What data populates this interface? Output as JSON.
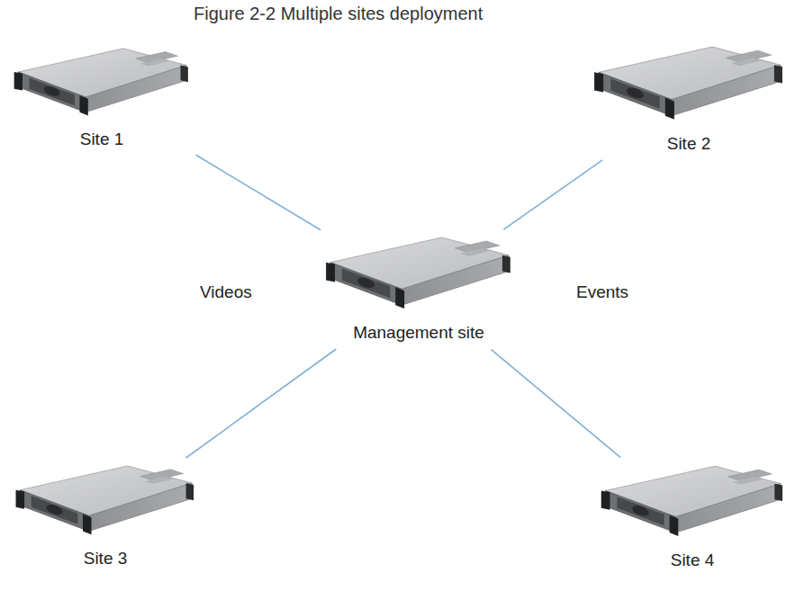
{
  "diagram": {
    "title": "Figure 2-2 Multiple sites deployment",
    "nodes": [
      {
        "text": [
          "Site 1"
        ]
      },
      {
        "text": [
          "Site 2"
        ]
      },
      {
        "text": [
          "Management site"
        ]
      },
      {
        "text": [
          "Site 3"
        ]
      },
      {
        "text": [
          "Site 4"
        ]
      }
    ],
    "edges": [
      {
        "from": 0,
        "to": 2,
        "arrow": "none"
      },
      {
        "from": 1,
        "to": 2,
        "arrow": "none"
      },
      {
        "from": 3,
        "to": 2,
        "arrow": "none"
      },
      {
        "from": 4,
        "to": 2,
        "arrow": "none"
      }
    ],
    "labels": [
      "Videos",
      "Events"
    ]
  }
}
